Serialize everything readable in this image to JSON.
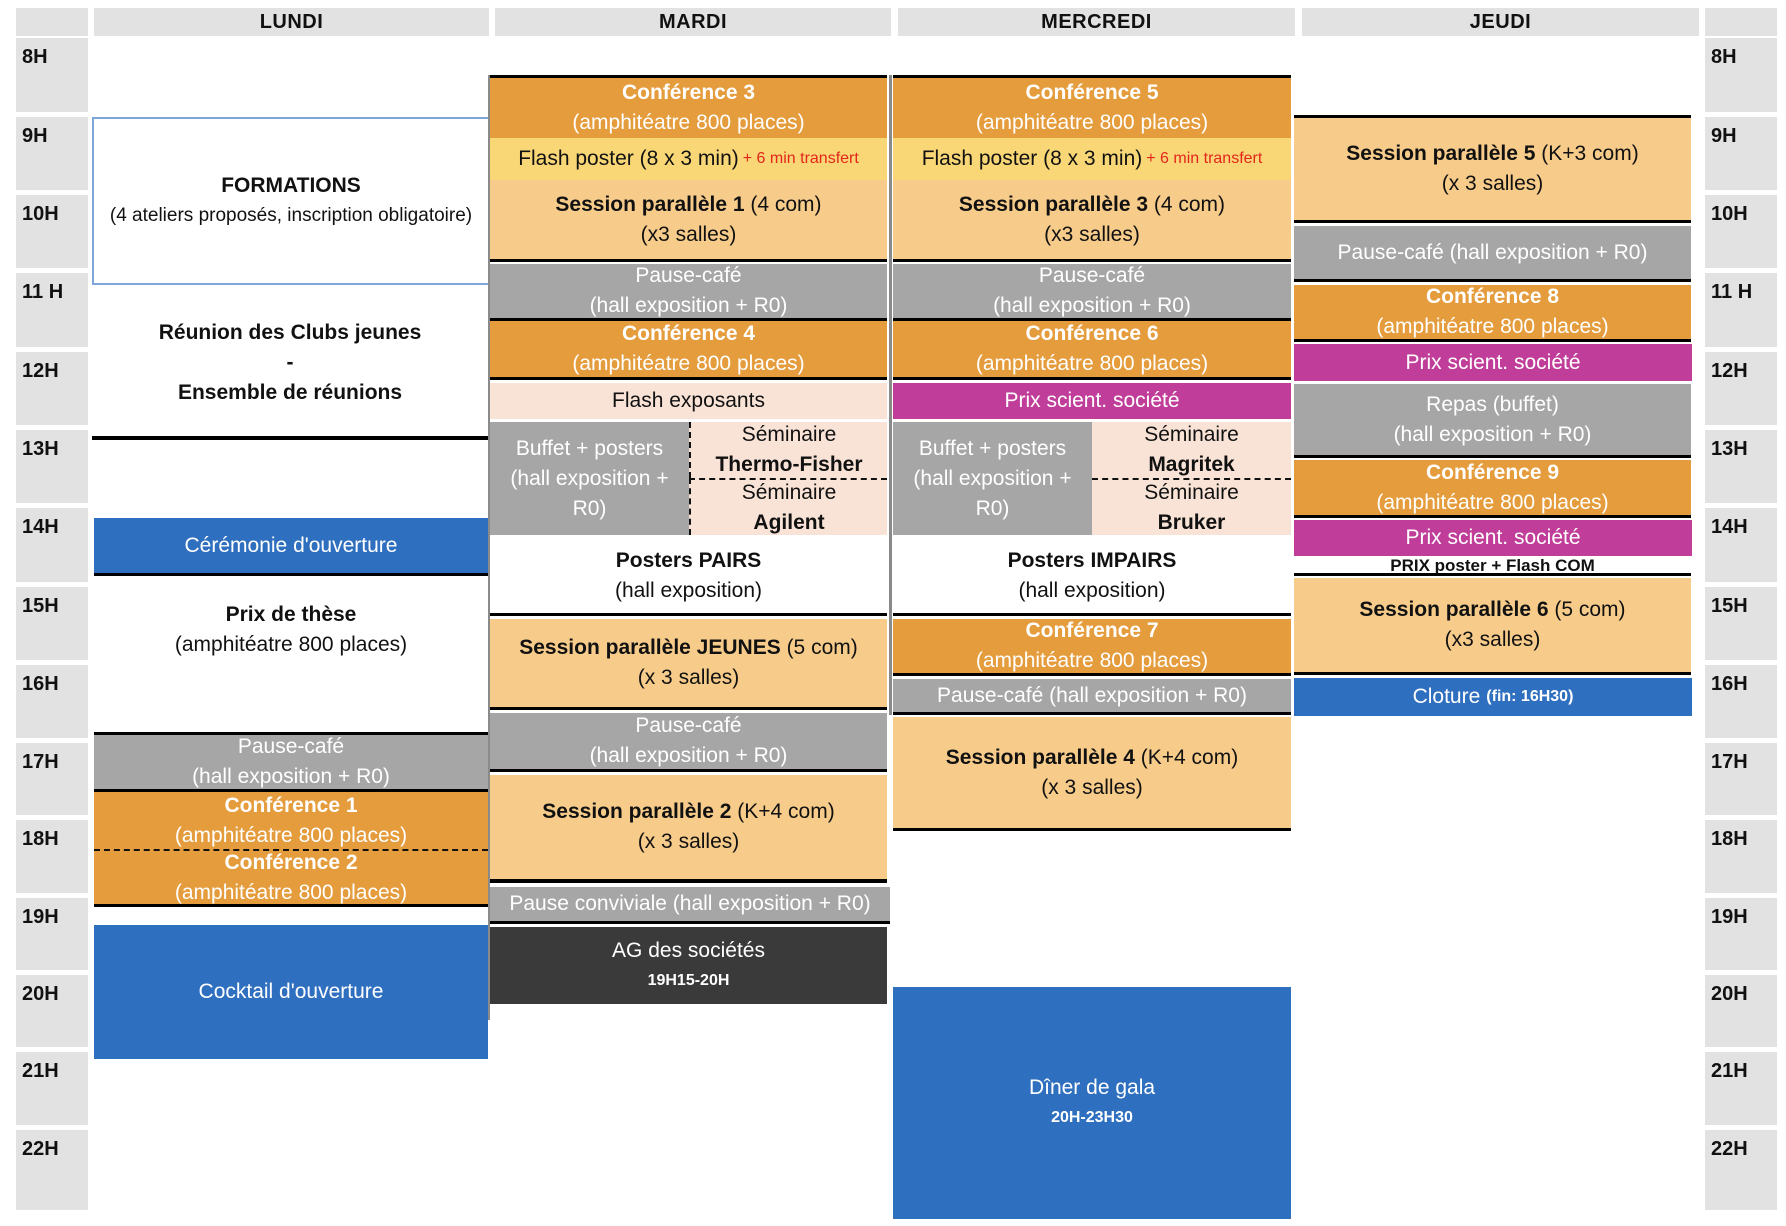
{
  "days": [
    "LUNDI",
    "MARDI",
    "MERCREDI",
    "JEUDI"
  ],
  "hours": [
    "8H",
    "9H",
    "10H",
    "11 H",
    "12H",
    "13H",
    "14H",
    "15H",
    "16H",
    "17H",
    "18H",
    "19H",
    "20H",
    "21H",
    "22H"
  ],
  "lundi": {
    "formations_title": "FORMATIONS",
    "formations_sub": "(4 ateliers proposés, inscription obligatoire)",
    "reunion_l1": "Réunion des Clubs jeunes",
    "reunion_l2": "-",
    "reunion_l3": "Ensemble de réunions",
    "ceremonie": "Cérémonie d'ouverture",
    "prix_these_title": "Prix de thèse",
    "prix_these_sub": "(amphitéatre 800 places)",
    "pause_l1": "Pause-café",
    "pause_l2": "(hall exposition + R0)",
    "conf1_title": "Conférence 1",
    "conf1_sub": "(amphitéatre 800 places)",
    "conf2_title": "Conférence 2",
    "conf2_sub": "(amphitéatre 800 places)",
    "cocktail": "Cocktail d'ouverture"
  },
  "mardi": {
    "conf3_title": "Conférence 3",
    "conf3_sub": "(amphitéatre 800 places)",
    "flash_main": "Flash poster (8 x 3 min)",
    "flash_extra": "+ 6 min transfert",
    "sp1_title": "Session parallèle 1",
    "sp1_count": "(4 com)",
    "sp1_sub": "(x3 salles)",
    "pause_l1": "Pause-café",
    "pause_l2": "(hall exposition + R0)",
    "conf4_title": "Conférence 4",
    "conf4_sub": "(amphitéatre 800 places)",
    "flash_exposants": "Flash exposants",
    "buffet_l1": "Buffet + posters",
    "buffet_l2": "(hall exposition +",
    "buffet_l3": "R0)",
    "sem1_label": "Séminaire",
    "sem1_name": "Thermo-Fisher",
    "sem2_label": "Séminaire",
    "sem2_name": "Agilent",
    "posters_title": "Posters PAIRS",
    "posters_sub": "(hall exposition)",
    "spj_title": "Session parallèle JEUNES",
    "spj_count": "(5 com)",
    "spj_sub": "(x 3 salles)",
    "pause2_l1": "Pause-café",
    "pause2_l2": "(hall exposition + R0)",
    "sp2_title": "Session parallèle 2",
    "sp2_count": "(K+4 com)",
    "sp2_sub": "(x 3 salles)",
    "conviviale": "Pause conviviale (hall exposition + R0)",
    "ag_title": "AG des sociétés",
    "ag_time": "19H15-20H"
  },
  "mercredi": {
    "conf5_title": "Conférence 5",
    "conf5_sub": "(amphitéatre 800 places)",
    "flash_main": "Flash poster (8 x 3 min)",
    "flash_extra": "+ 6 min transfert",
    "sp3_title": "Session parallèle 3",
    "sp3_count": "(4 com)",
    "sp3_sub": "(x3 salles)",
    "pause_l1": "Pause-café",
    "pause_l2": "(hall exposition + R0)",
    "conf6_title": "Conférence 6",
    "conf6_sub": "(amphitéatre 800 places)",
    "prix": "Prix scient. société",
    "buffet_l1": "Buffet + posters",
    "buffet_l2": "(hall exposition +",
    "buffet_l3": "R0)",
    "sem1_label": "Séminaire",
    "sem1_name": "Magritek",
    "sem2_label": "Séminaire",
    "sem2_name": "Bruker",
    "posters_title": "Posters IMPAIRS",
    "posters_sub": "(hall exposition)",
    "conf7_title": "Conférence 7",
    "conf7_sub": "(amphitéatre 800 places)",
    "pause2": "Pause-café (hall exposition + R0)",
    "sp4_title": "Session parallèle 4",
    "sp4_count": "(K+4 com)",
    "sp4_sub": "(x 3 salles)",
    "gala_title": "Dîner de gala",
    "gala_time": "20H-23H30"
  },
  "jeudi": {
    "sp5_title": "Session parallèle 5",
    "sp5_count": "(K+3 com)",
    "sp5_sub": "(x 3 salles)",
    "pause": "Pause-café (hall exposition + R0)",
    "conf8_title": "Conférence 8",
    "conf8_sub": "(amphitéatre 800 places)",
    "prix1": "Prix scient. société",
    "repas_l1": "Repas (buffet)",
    "repas_l2": "(hall exposition + R0)",
    "conf9_title": "Conférence 9",
    "conf9_sub": "(amphitéatre 800 places)",
    "prix2": "Prix scient. société",
    "prix_poster": "PRIX poster + Flash COM",
    "sp6_title": "Session parallèle 6",
    "sp6_count": "(5 com)",
    "sp6_sub": "(x3 salles)",
    "cloture": "Cloture",
    "cloture_note": "(fin: 16H30)"
  },
  "colors": {
    "orange": "#e59c3c",
    "light_orange": "#f7cc8b",
    "grey": "#a6a6a6",
    "yellow": "#f9d776",
    "blue": "#2f6fbf",
    "magenta": "#c03e9a",
    "pink": "#f9e3d6",
    "dark": "#3a3a3a",
    "header_grey": "#e2e2e2"
  }
}
